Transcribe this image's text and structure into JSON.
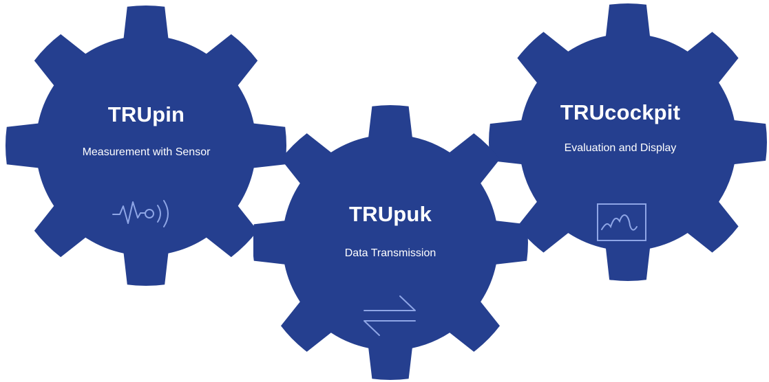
{
  "colors": {
    "gear_fill": "#253F8F",
    "text": "#FFFFFF",
    "icon_stroke": "#8FA6E6",
    "background": "#FFFFFF"
  },
  "gears": [
    {
      "title": "TRUpin",
      "subtitle": "Measurement with Sensor",
      "icon": "signal-waveform-icon"
    },
    {
      "title": "TRUpuk",
      "subtitle": "Data Transmission",
      "icon": "transfer-arrows-icon"
    },
    {
      "title": "TRUcockpit",
      "subtitle": "Evaluation and Display",
      "icon": "display-chart-icon"
    }
  ]
}
